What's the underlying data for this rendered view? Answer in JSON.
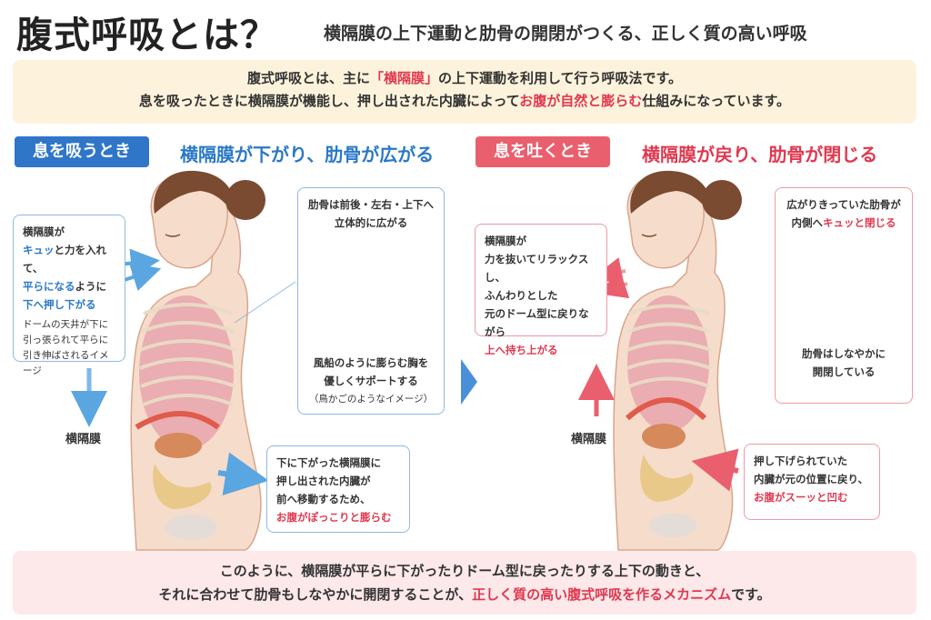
{
  "header": {
    "title": "腹式呼吸とは？",
    "subtitle": "横隔膜の上下運動と肋骨の開閉がつくる、正しく質の高い呼吸"
  },
  "intro": {
    "line1_a": "腹式呼吸とは、主に",
    "line1_b": "「横隔膜」",
    "line1_c": "の上下運動を利用して行う呼吸法です。",
    "line2_a": "息を吸ったときに横隔膜が機能し、押し出された内臓によって",
    "line2_b": "お腹が自然と膨らむ",
    "line2_c": "仕組みになっています。"
  },
  "inhale": {
    "badge": "息を吸うとき",
    "heading": "横隔膜が下がり、肋骨が広がる",
    "left_box": {
      "l1": "横隔膜が",
      "l2_a": "キュッ",
      "l2_b": "と力を入れて、",
      "l3_a": "平らになる",
      "l3_b": "ように",
      "l4": "下へ押し下がる",
      "n1": "ドームの天井が下に",
      "n2": "引っ張られて平らに",
      "n3": "引き伸ばされるイメージ"
    },
    "diaphragm_label": "横隔膜",
    "rib_box": {
      "t1": "肋骨は前後・左右・上下へ",
      "t2": "立体的に広がる",
      "b1": "風船のように膨らむ胸を",
      "b2": "優しくサポートする",
      "b3": "（鳥かごのようなイメージ）"
    },
    "belly_box": {
      "l1": "下に下がった横隔膜に",
      "l2": "押し出された内臓が",
      "l3": "前へ移動するため、",
      "l4": "お腹がぽっこりと膨らむ"
    }
  },
  "exhale": {
    "badge": "息を吐くとき",
    "heading": "横隔膜が戻り、肋骨が閉じる",
    "left_box": {
      "l1": "横隔膜が",
      "l2": "力を抜いてリラックスし、",
      "l3": "ふんわりとした",
      "l4": "元のドーム型に戻りながら",
      "l5": "上へ持ち上がる"
    },
    "diaphragm_label": "横隔膜",
    "rib_box": {
      "t1": "広がりきっていた肋骨が",
      "t2_a": "内側へ",
      "t2_b": "キュッと閉じる",
      "b1": "肋骨はしなやかに",
      "b2": "開閉している"
    },
    "belly_box": {
      "l1": "押し下げられていた",
      "l2": "内臓が元の位置に戻り、",
      "l3": "お腹がスーッと凹む"
    }
  },
  "summary": {
    "line1": "このように、横隔膜が平らに下がったりドーム型に戻ったりする上下の動きと、",
    "line2_a": "それに合わせて肋骨もしなやかに開閉することが、",
    "line2_b": "正しく質の高い腹式呼吸を作るメカニズム",
    "line2_c": "です。"
  },
  "colors": {
    "inhale_accent": "#2f76c9",
    "exhale_accent": "#ea5f6e",
    "intro_bg": "#fdf3dc",
    "summary_bg": "#fde8ea"
  }
}
